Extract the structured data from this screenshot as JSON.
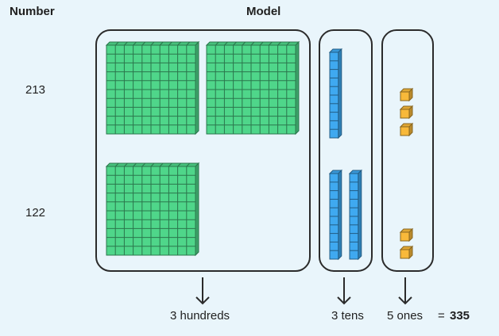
{
  "headers": {
    "number": "Number",
    "model": "Model"
  },
  "rows": [
    {
      "number": "213",
      "hundreds": 2,
      "tens": 1,
      "ones": 3
    },
    {
      "number": "122",
      "hundreds": 1,
      "tens": 2,
      "ones": 2
    }
  ],
  "totals": {
    "hundreds_label": "3 hundreds",
    "tens_label": "3 tens",
    "ones_label": "5 ones",
    "equals": "=",
    "result": "335"
  },
  "colors": {
    "hundreds": "#4fd68a",
    "tens": "#3fa9f0",
    "ones": "#f8b93a",
    "outline": "#2b2b2b",
    "background": "#e9f5fb"
  }
}
